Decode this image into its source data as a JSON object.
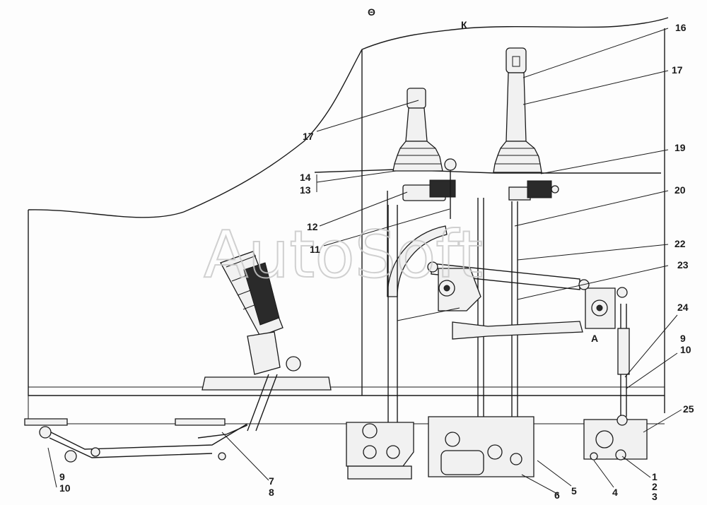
{
  "header": {
    "view_mark": "Θ",
    "section_mark": "К"
  },
  "watermark": "AutoSoft",
  "callout_labels": {
    "l16": "16",
    "l17_right": "17",
    "l17_left": "17",
    "l19": "19",
    "l14": "14",
    "l13": "13",
    "l20": "20",
    "l12": "12",
    "l11": "11",
    "l22": "22",
    "l23": "23",
    "l24": "24",
    "l9_right": "9",
    "l10_right": "10",
    "l25": "25",
    "lA": "A",
    "l9_left": "9",
    "l10_left": "10",
    "l7": "7",
    "l8": "8",
    "l6": "6",
    "l5": "5",
    "l4": "4",
    "l1": "1",
    "l2": "2",
    "l3": "3"
  },
  "colors": {
    "ink": "#1a1a1a",
    "paper": "#fdfdfd",
    "watermark": "#c9c9c9"
  }
}
